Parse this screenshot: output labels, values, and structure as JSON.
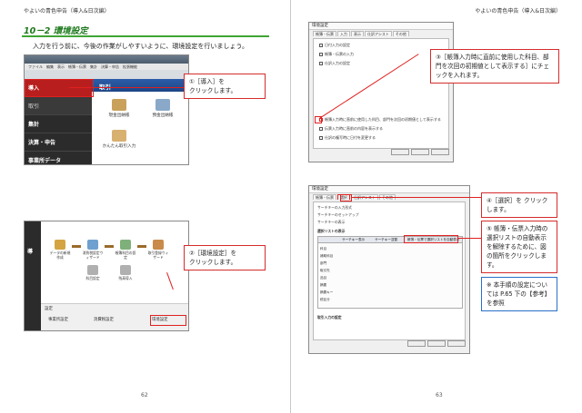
{
  "header_left": "やよいの青色申告（導入&日次編）",
  "header_right": "やよいの青色申告（導入&日次編）",
  "section_title": "10－2 環境設定",
  "lead_text": "入力を行う前に、今後の作業がしやすいように、環境設定を行いましょう。",
  "page_left_number": "62",
  "page_right_number": "63",
  "screenshot1": {
    "sidebar": [
      "導入",
      "取引",
      "集計",
      "決算・申告",
      "事業所データ"
    ],
    "panel_title": "取引",
    "tiles": [
      "現金出納帳",
      "預金出納帳",
      "かんたん取引入力"
    ]
  },
  "screenshot2": {
    "sidebar_label": "導",
    "flow_nodes": [
      "データの新規作成",
      "消費税設定ウィザード",
      "帳簿科目の設定",
      "取引登録ウィザード",
      "科目設定",
      "残高導入"
    ],
    "settings_label": "設定",
    "settings_buttons": [
      "事業所設定",
      "消費税設定",
      "環境設定"
    ]
  },
  "callouts": {
    "c1": "①［導入］を\nクリックします。",
    "c2": "②［環境設定］を\nクリックします。",
    "c3": "③［帳簿入力時に直前に使用した科目、部門を次回の初期値として表示する］にチェックを入れます。",
    "c4": "④［選択］を\nクリックします。",
    "c5": "⑤ 帳簿・伝票入力時の選択リストの自動表示を解除するために、図の箇所をクリックします。",
    "note": "※ 本手順の設定については P.65 下の【参考】を参照"
  },
  "dialog1": {
    "title": "環境設定",
    "tabs": [
      "帳簿・伝票",
      "入力",
      "表示",
      "仕訳アシスト",
      "その他"
    ],
    "options": [
      "日付入力の設定",
      "帳簿・伝票の入力",
      "仕訳入力の設定",
      "帳簿入力時に直前に使用した科目、部門を次回の初期値として表示する",
      "伝票入力時に直前の内容を表示する",
      "仕訳の複写時に日付を変更する"
    ]
  },
  "dialog2": {
    "title": "環境設定",
    "tabs": [
      "帳簿・伝票",
      "選択",
      "仕訳アシスト",
      "その他"
    ],
    "rows": [
      "サーチキーの入力形式",
      "サーチキーのセットアップ",
      "サーチキーの表示",
      "選択リストの表示"
    ],
    "grid_headers": [
      "",
      "サーチキー表示",
      "サーチキー並替",
      "帳簿・伝票で選択リストを自動表示"
    ],
    "grid_items": [
      "科目",
      "補助科目",
      "部門",
      "取引先",
      "品目",
      "摘要",
      "摘要キー",
      "税区分"
    ],
    "bottom_label": "取引入力の設定"
  }
}
